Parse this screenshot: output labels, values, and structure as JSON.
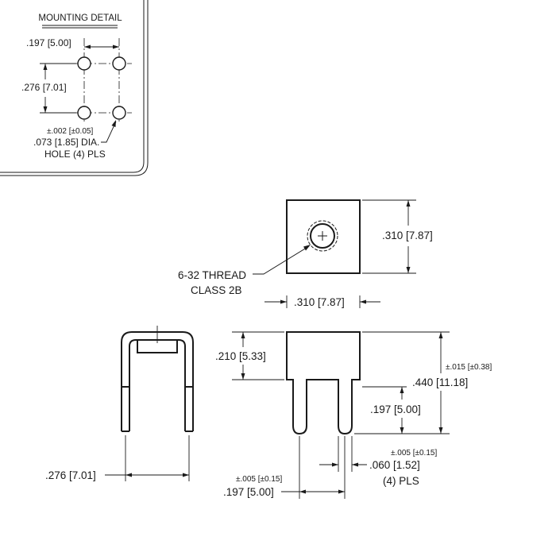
{
  "mounting_detail": {
    "title": "MOUNTING DETAIL",
    "dim_horizontal": ".197 [5.00]",
    "dim_vertical": ".276 [7.01]",
    "hole_tolerance": "±.002 [±0.05]",
    "hole_diameter": ".073 [1.85] DIA.",
    "hole_count": "HOLE (4) PLS"
  },
  "top_view": {
    "width": ".310 [7.87]",
    "depth": ".310 [7.87]",
    "thread": "6-32 THREAD",
    "thread_class": "CLASS 2B"
  },
  "front_view": {
    "body_height": ".210 [5.33]",
    "height_tolerance": "±.015 [±0.38]",
    "total_height": ".440 [11.18]",
    "pin_length": ".197 [5.00]",
    "pin_tolerance": "±.005 [±0.15]",
    "pin_width": ".060 [1.52]",
    "pin_count": "(4) PLS",
    "spacing_tolerance": "±.005 [±0.15]",
    "pin_spacing": ".197 [5.00]"
  },
  "side_view": {
    "pin_spacing": ".276 [7.01]"
  }
}
